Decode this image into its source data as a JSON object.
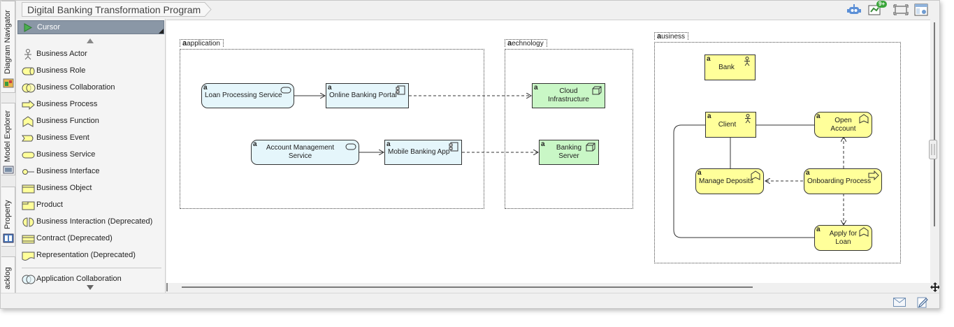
{
  "window": {
    "breadcrumb": "Digital Banking Transformation Program"
  },
  "toolbar": {
    "icons": [
      "robot-icon",
      "notification-icon",
      "fit-diagram-icon",
      "layout-settings-icon"
    ],
    "notification_badge": "9+"
  },
  "side_tabs": [
    {
      "label": "Diagram Navigator"
    },
    {
      "label": "Model Explorer"
    },
    {
      "label": "Property"
    },
    {
      "label": "acklog"
    }
  ],
  "palette": {
    "selected": "Cursor",
    "items": [
      {
        "label": "Business Actor",
        "icon": "business-actor-icon"
      },
      {
        "label": "Business Role",
        "icon": "business-role-icon"
      },
      {
        "label": "Business Collaboration",
        "icon": "business-collaboration-icon"
      },
      {
        "label": "Business Process",
        "icon": "business-process-icon"
      },
      {
        "label": "Business Function",
        "icon": "business-function-icon"
      },
      {
        "label": "Business Event",
        "icon": "business-event-icon"
      },
      {
        "label": "Business Service",
        "icon": "business-service-icon"
      },
      {
        "label": "Business Interface",
        "icon": "business-interface-icon"
      },
      {
        "label": "Business Object",
        "icon": "business-object-icon"
      },
      {
        "label": "Product",
        "icon": "product-icon"
      },
      {
        "label": "Business Interaction (Deprecated)",
        "icon": "business-interaction-icon"
      },
      {
        "label": "Contract (Deprecated)",
        "icon": "contract-icon"
      },
      {
        "label": "Representation (Deprecated)",
        "icon": "representation-icon"
      },
      {
        "label": "Application Collaboration",
        "icon": "application-collaboration-icon"
      }
    ]
  },
  "diagram": {
    "groups": {
      "application": "application",
      "technology": "echnology",
      "business": "usiness"
    },
    "nodes": {
      "loan_processing": "Loan Processing Service",
      "online_portal": "Online Banking Portal",
      "account_mgmt": "Account Management Service",
      "mobile_app": "Mobile Banking App",
      "cloud": "Cloud Infrastructure",
      "banking_server": "Banking Server",
      "bank": "Bank",
      "client": "Client",
      "open_account": "Open Account",
      "manage_deposits": "Manage Deposits",
      "onboarding": "Onboarding Process",
      "apply_loan": "Apply for Loan"
    },
    "marker": "a"
  },
  "statusbar": {
    "icons": [
      "mail-icon",
      "edit-note-icon"
    ]
  }
}
